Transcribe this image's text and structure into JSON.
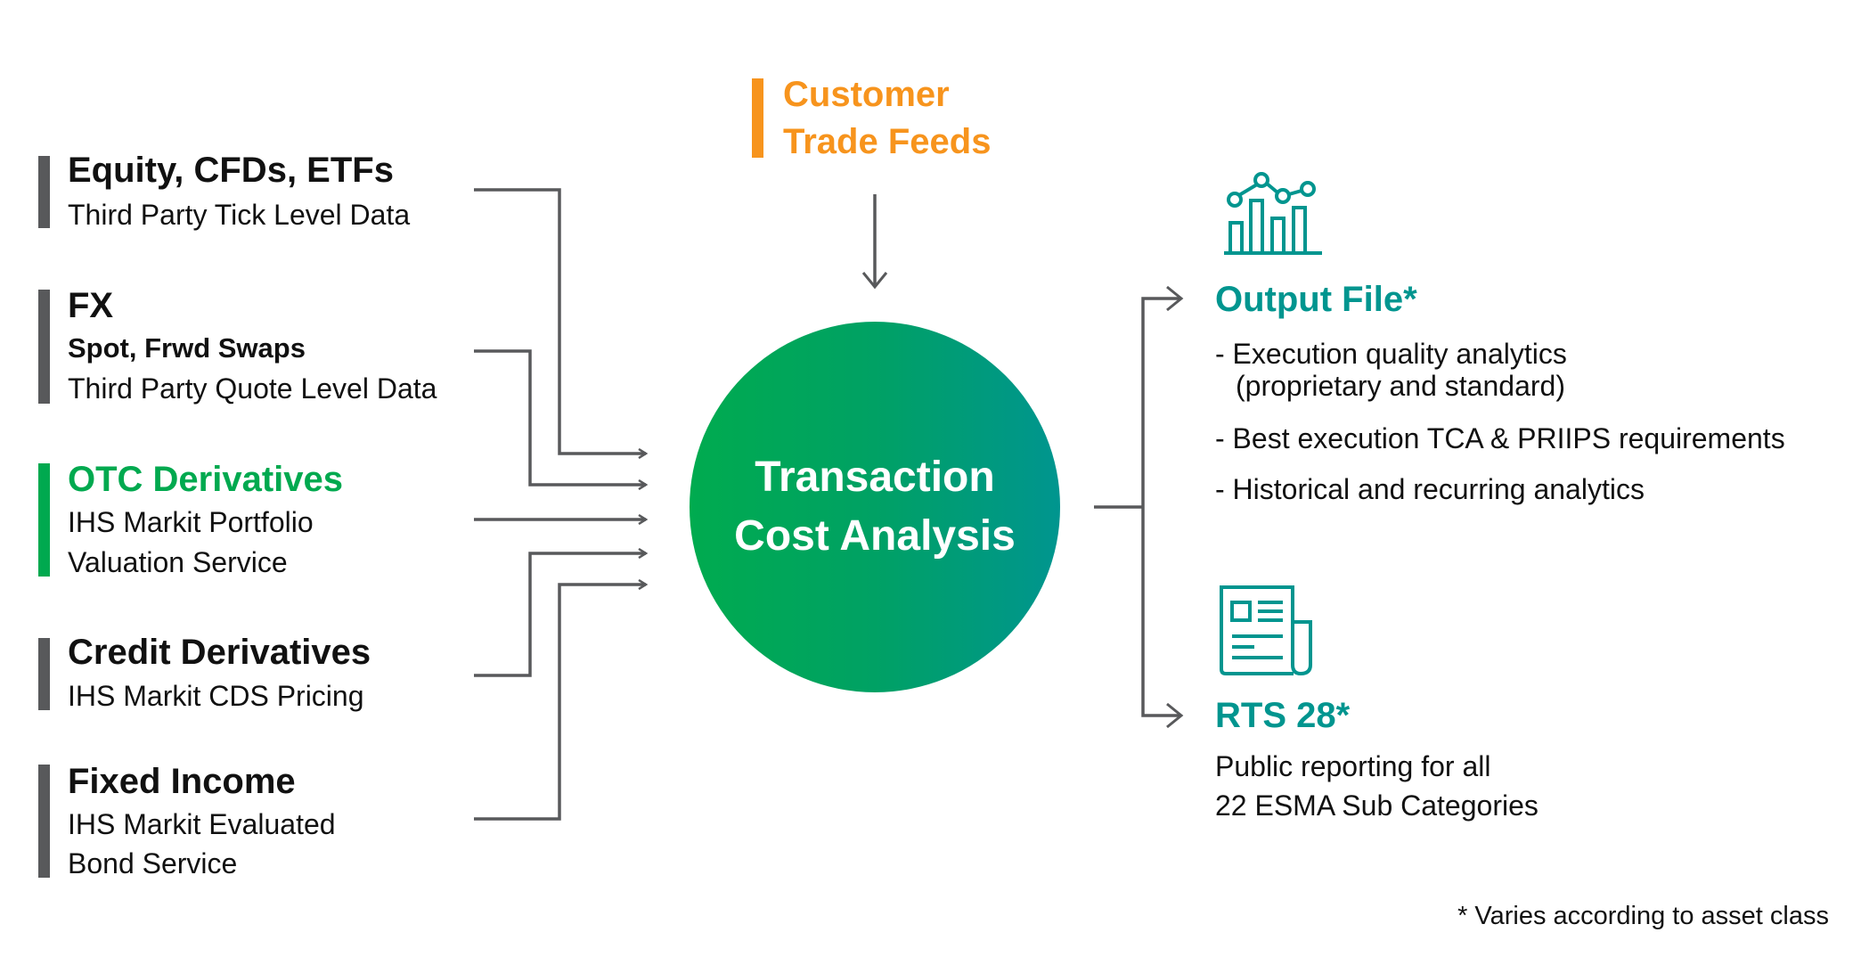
{
  "inputs": [
    {
      "title": "Equity, CFDs, ETFs",
      "subtitle": "",
      "lines": [
        "Third Party Tick Level Data"
      ],
      "accent": "#58595b"
    },
    {
      "title": "FX",
      "subtitle": "Spot, Frwd Swaps",
      "lines": [
        "Third Party Quote Level Data"
      ],
      "accent": "#58595b"
    },
    {
      "title": "OTC Derivatives",
      "subtitle": "",
      "lines": [
        "IHS Markit Portfolio",
        "Valuation Service"
      ],
      "accent": "#00a94f"
    },
    {
      "title": "Credit Derivatives",
      "subtitle": "",
      "lines": [
        "IHS Markit CDS Pricing"
      ],
      "accent": "#58595b"
    },
    {
      "title": "Fixed Income",
      "subtitle": "",
      "lines": [
        "IHS Markit Evaluated",
        "Bond Service"
      ],
      "accent": "#58595b"
    }
  ],
  "customer": {
    "line1": "Customer",
    "line2": "Trade Feeds",
    "color": "#f7941d"
  },
  "center": {
    "line1": "Transaction",
    "line2": "Cost Analysis"
  },
  "outputs": {
    "output_file": {
      "icon": "bar-chart-icon",
      "title": "Output File*",
      "bullets": [
        "- Execution quality analytics",
        "(proprietary and standard)",
        "- Best execution TCA & PRIIPS requirements",
        "- Historical and recurring analytics"
      ]
    },
    "rts28": {
      "icon": "newspaper-icon",
      "title": "RTS 28*",
      "lines": [
        "Public reporting for all",
        "22 ESMA Sub Categories"
      ]
    }
  },
  "footnote": "* Varies according to asset class",
  "colors": {
    "teal": "#00958f",
    "green": "#00a94f",
    "orange": "#f7941d",
    "grey": "#58595b"
  }
}
